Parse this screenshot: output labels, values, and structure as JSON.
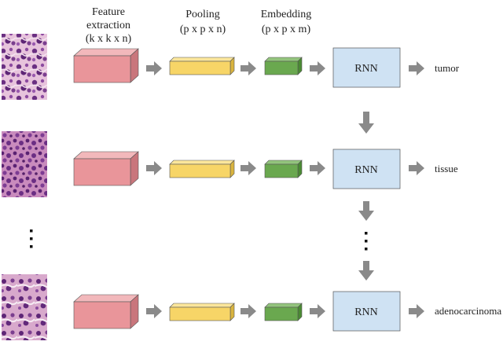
{
  "headers": {
    "feature_line1": "Feature",
    "feature_line2": "extraction",
    "feature_line3": "(k x k x n)",
    "pooling_line1": "Pooling",
    "pooling_line2": "(p x p x n)",
    "embedding_line1": "Embedding",
    "embedding_line2": "(p x p x m)"
  },
  "rows": [
    {
      "rnn_label": "RNN",
      "output": "tumor"
    },
    {
      "rnn_label": "RNN",
      "output": "tissue"
    },
    {
      "rnn_label": "RNN",
      "output": "adenocarcinoma"
    }
  ],
  "colors": {
    "feature_box": "#e9959a",
    "pooling_box": "#f7d567",
    "embedding_box": "#6aa84f",
    "rnn_box": "#cfe2f3",
    "arrow": "#8a8a8a",
    "tissue_purple": "#7b3f8f",
    "tissue_pink": "#d9a0c8"
  }
}
